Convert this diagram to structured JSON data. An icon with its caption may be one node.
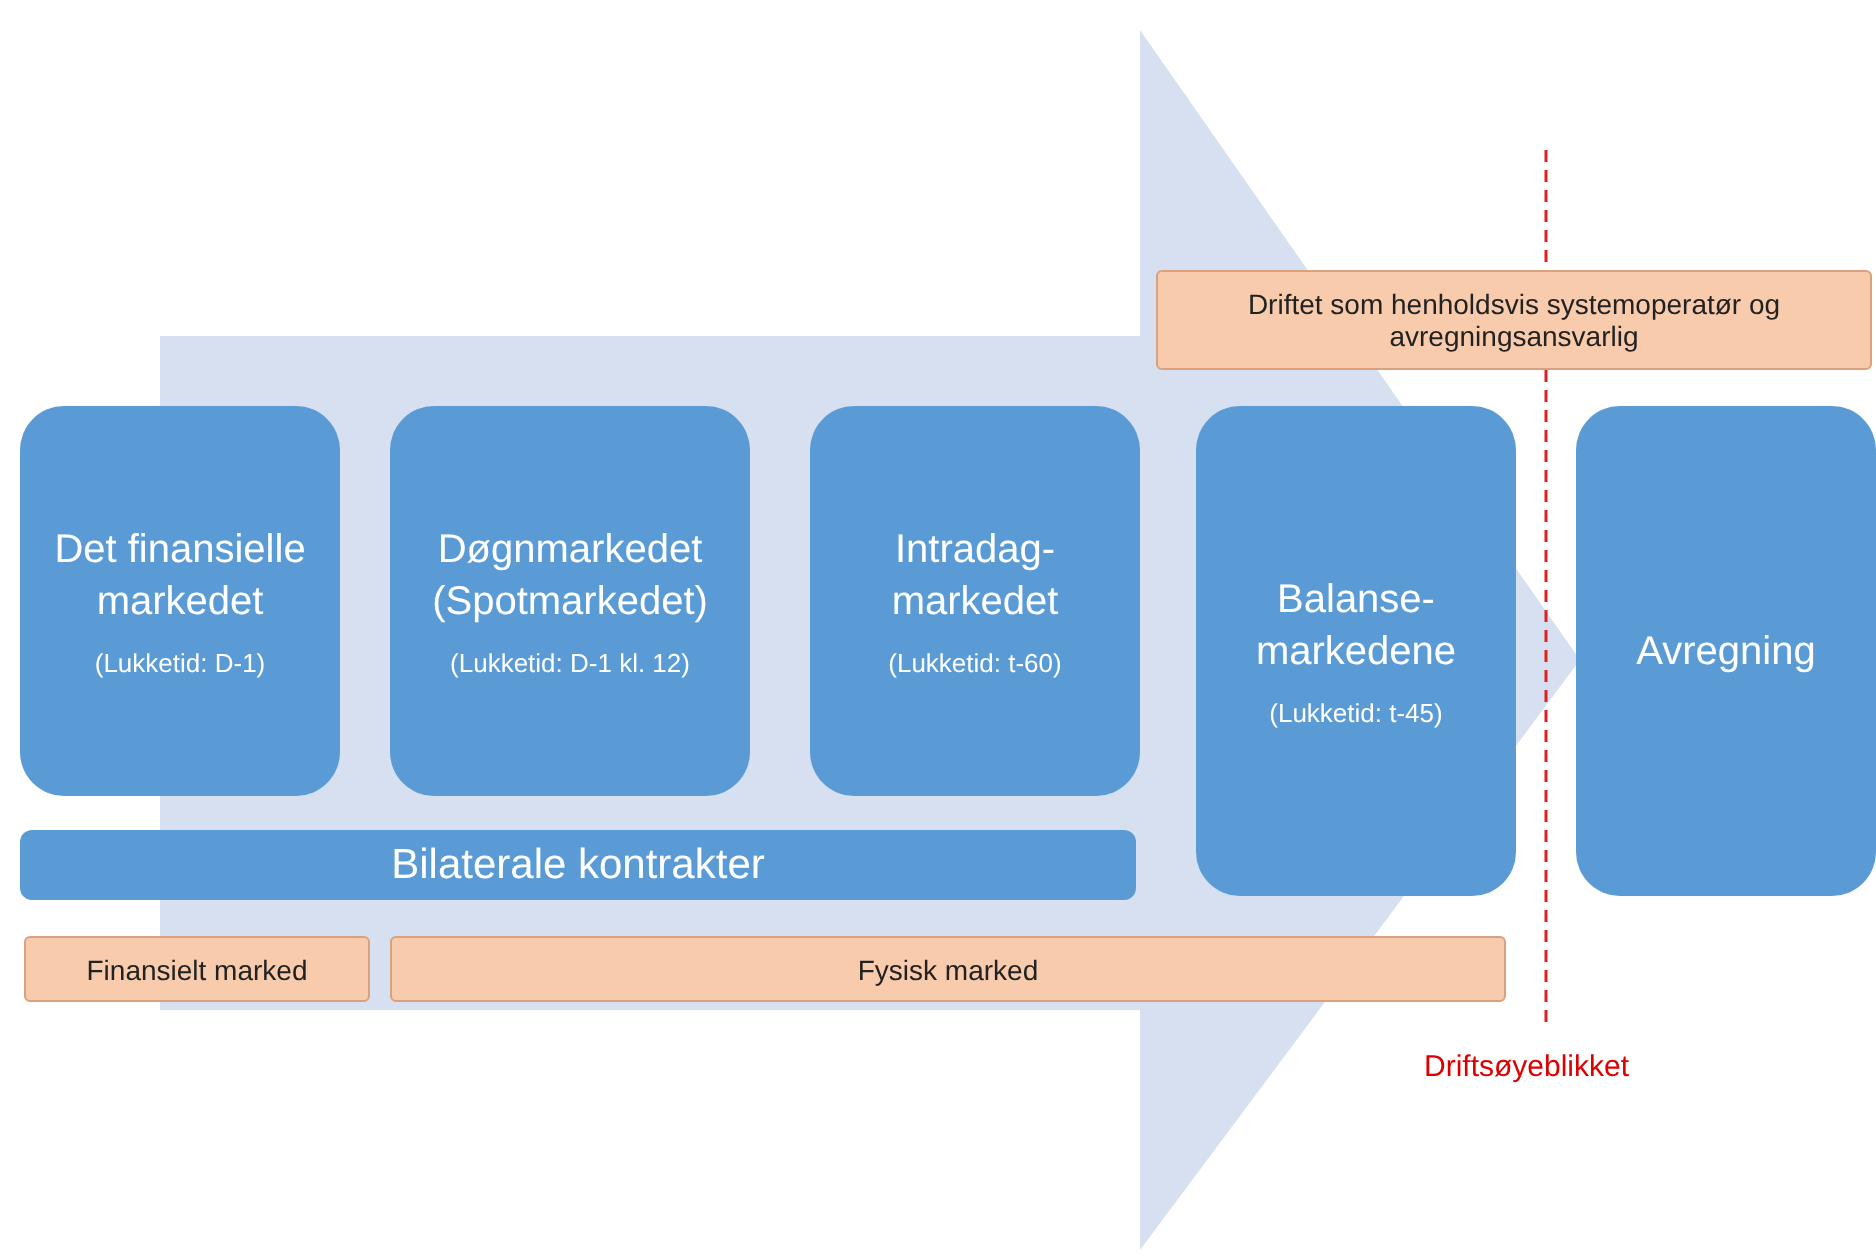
{
  "diagram": {
    "nodes": [
      {
        "text": [
          "Det finansielle markedet",
          "(Lukketid: D-1)"
        ]
      },
      {
        "text": [
          "Døgnmarkedet (Spotmarkedet)",
          "(Lukketid: D-1 kl. 12)"
        ]
      },
      {
        "text": [
          "Intradag-markedet",
          "(Lukketid: t-60)"
        ]
      },
      {
        "text": [
          "Balanse-markedene",
          "(Lukketid: t-45)"
        ]
      },
      {
        "text": [
          "Avregning"
        ]
      },
      {
        "text": [
          "Bilaterale kontrakter"
        ]
      },
      {
        "text": [
          "Finansielt marked"
        ]
      },
      {
        "text": [
          "Fysisk marked"
        ]
      },
      {
        "text": [
          "Driftet som henholdsvis systemoperatør og avregningsansvarlig"
        ]
      }
    ],
    "edges": [
      {
        "from": 0,
        "to": 4,
        "arrow": "to"
      }
    ],
    "labels": [
      "Driftsøyeblikket"
    ]
  }
}
